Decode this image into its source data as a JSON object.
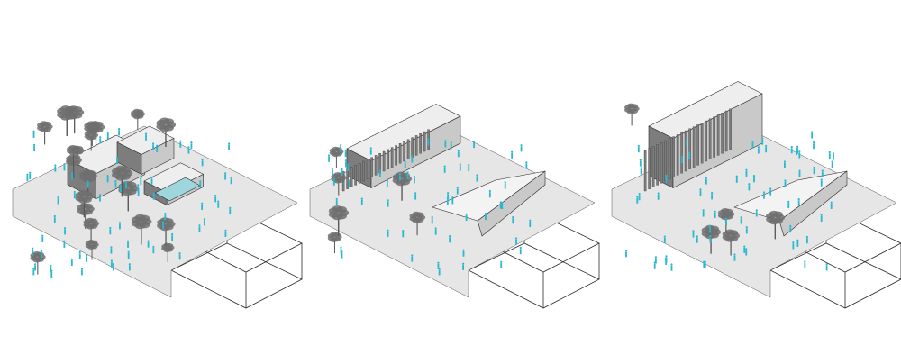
{
  "figure": {
    "panels": [
      {
        "id": "level-1",
        "people": 70,
        "trees": 22
      },
      {
        "id": "level-2",
        "people": 60,
        "trees": 10
      },
      {
        "id": "level-3",
        "people": 70,
        "trees": 8
      }
    ],
    "colors": {
      "background": "#ffffff",
      "line": "#2b2b2b",
      "ground": "#e6e6e6",
      "wall_light": "#c9c9c9",
      "wall_dark": "#7d7d7d",
      "tree": "#6f6f6f",
      "people": "#27b9cf"
    },
    "icons": [
      "tree-icon",
      "person-icon"
    ]
  }
}
